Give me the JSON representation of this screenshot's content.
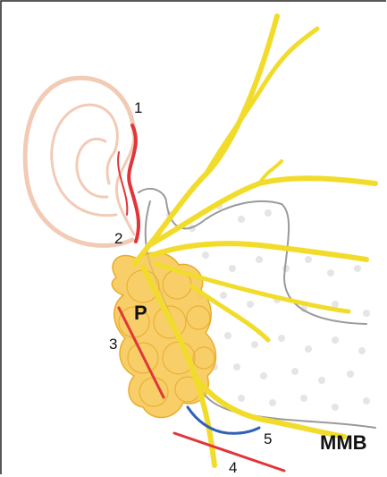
{
  "labels": {
    "l1": "1",
    "l2": "2",
    "l3": "3",
    "l4": "4",
    "l5": "5",
    "parotid": "P",
    "mmb": "MMB"
  },
  "colors": {
    "nerve": "#f2dc2b",
    "gland_fill": "#f6c54d",
    "gland_outline": "#e9ad2c",
    "ear_outline": "#f2cbb6",
    "vessel_red": "#e0363a",
    "vessel_blue": "#2f62b8",
    "face_contour": "#9a9a9a",
    "dots": "#e5e5e5",
    "frame": "#222222"
  },
  "icons": {
    "ear": "ear-outline",
    "gland": "parotid-gland-lobules"
  }
}
